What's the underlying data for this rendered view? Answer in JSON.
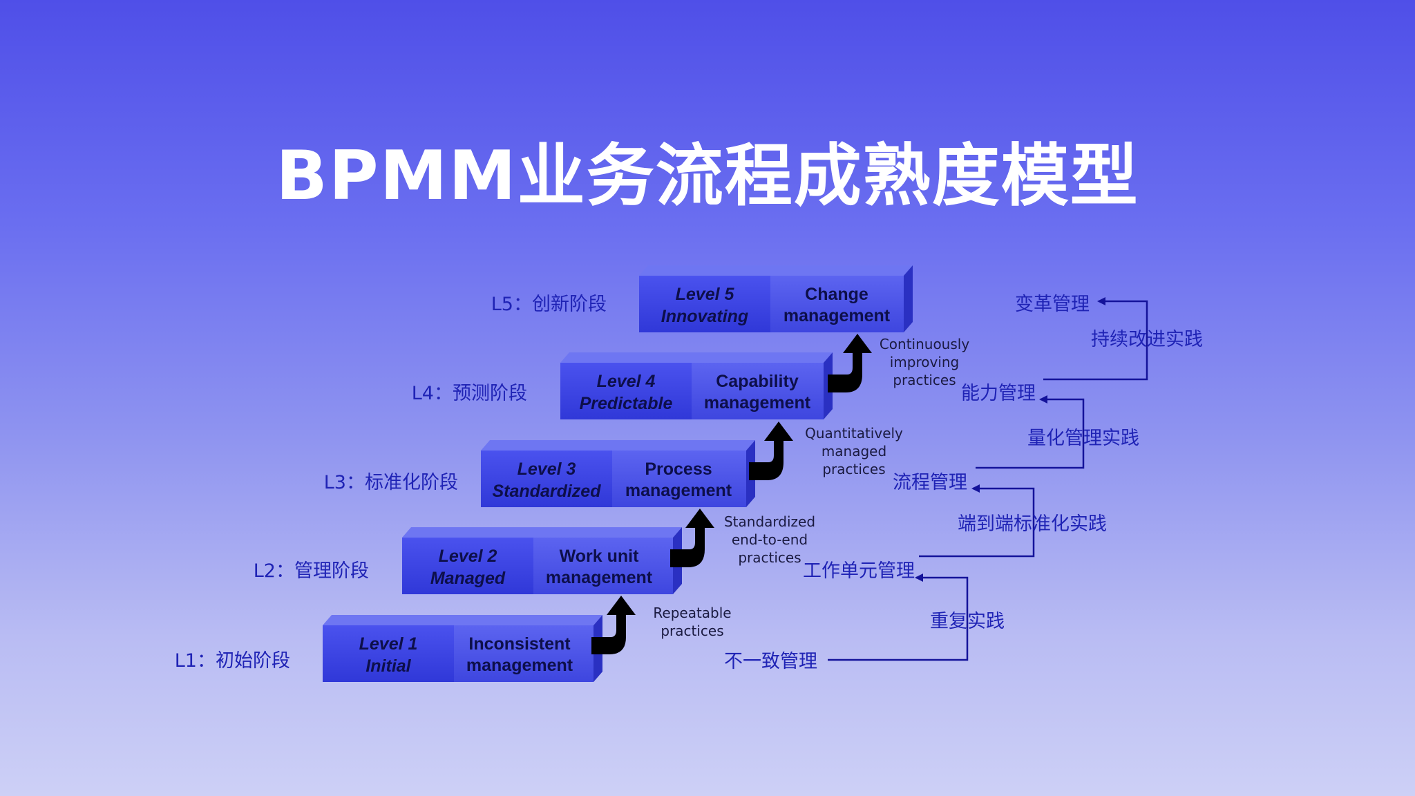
{
  "title": "BPMM业务流程成熟度模型",
  "colors": {
    "background_top": "#4f4fe8",
    "block_left": "#3d45e3",
    "block_right": "#4f58ea",
    "block_top": "#6b73f0",
    "block_side": "#2a30c2",
    "text_blue": "#1f23b5",
    "arrow_black": "#000000",
    "line_blue": "#14139a"
  },
  "levels": [
    {
      "stage_label": "L1：初始阶段",
      "level_line1": "Level 1",
      "level_line2": "Initial",
      "mgmt_line1": "Inconsistent",
      "mgmt_line2": "management"
    },
    {
      "stage_label": "L2：管理阶段",
      "level_line1": "Level 2",
      "level_line2": "Managed",
      "mgmt_line1": "Work unit",
      "mgmt_line2": "management"
    },
    {
      "stage_label": "L3：标准化阶段",
      "level_line1": "Level 3",
      "level_line2": "Standardized",
      "mgmt_line1": "Process",
      "mgmt_line2": "management"
    },
    {
      "stage_label": "L4：预测阶段",
      "level_line1": "Level 4",
      "level_line2": "Predictable",
      "mgmt_line1": "Capability",
      "mgmt_line2": "management"
    },
    {
      "stage_label": "L5：创新阶段",
      "level_line1": "Level 5",
      "level_line2": "Innovating",
      "mgmt_line1": "Change",
      "mgmt_line2": "management"
    }
  ],
  "practices": [
    {
      "line1": "Repeatable",
      "line2": "practices",
      "line3": ""
    },
    {
      "line1": "Standardized",
      "line2": "end-to-end",
      "line3": "practices"
    },
    {
      "line1": "Quantitatively",
      "line2": "managed",
      "line3": "practices"
    },
    {
      "line1": "Continuously",
      "line2": "improving",
      "line3": "practices"
    }
  ],
  "management_labels": [
    "不一致管理",
    "工作单元管理",
    "流程管理",
    "能力管理",
    "变革管理"
  ],
  "practice_labels": [
    "重复实践",
    "端到端标准化实践",
    "量化管理实践",
    "持续改进实践"
  ]
}
